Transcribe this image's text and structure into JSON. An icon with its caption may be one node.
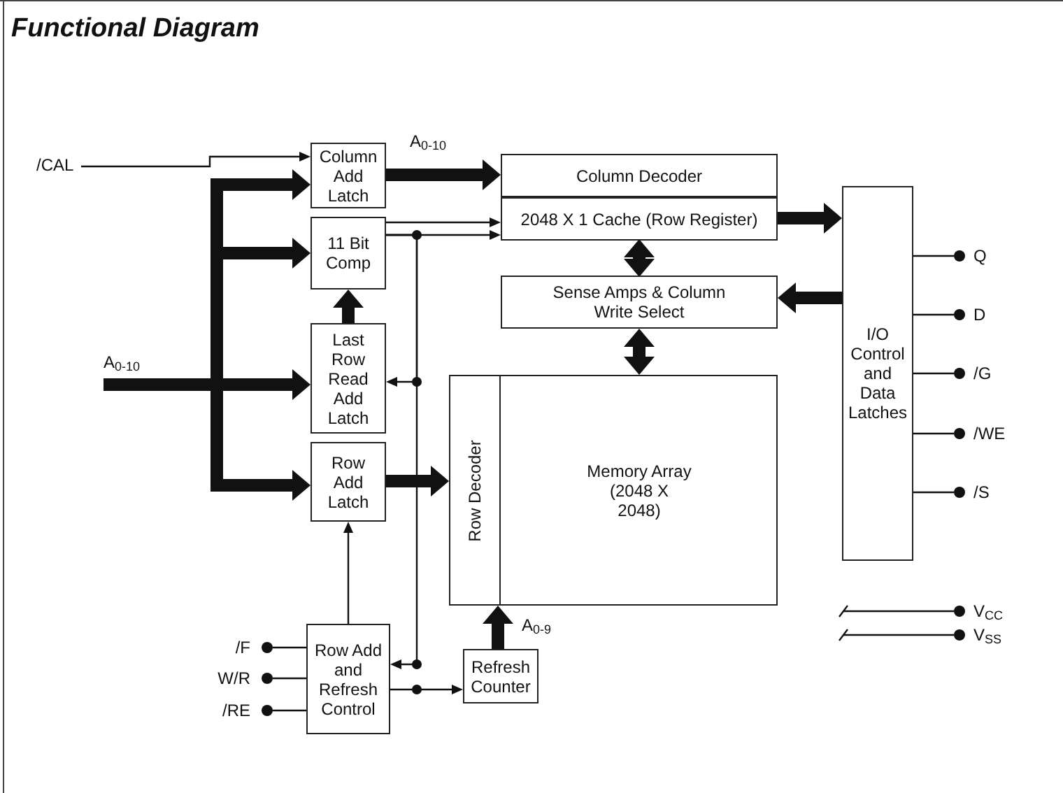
{
  "diagram": {
    "title": "Functional Diagram",
    "nodes": [
      {
        "text": [
          "/CAL"
        ]
      },
      {
        "text": [
          "Column Add Latch"
        ]
      },
      {
        "text": [
          "11 Bit Comp"
        ]
      },
      {
        "text": [
          "Last Row Read Add Latch"
        ]
      },
      {
        "text": [
          "Row Add Latch"
        ]
      },
      {
        "text": [
          "A$_{0-10}$"
        ]
      },
      {
        "text": [
          "Column Decoder"
        ]
      },
      {
        "text": [
          "2048 X 1 Cache (Row Register)"
        ]
      },
      {
        "text": [
          "Sense Amps & Column Write Select"
        ]
      },
      {
        "text": [
          "Memory Array (2048 X 2048)"
        ]
      },
      {
        "text": [
          "Row Decoder"
        ],
        "in": 9
      },
      {
        "text": [
          "I/O Control and Data Latches"
        ]
      },
      {
        "text": [
          "Q"
        ]
      },
      {
        "text": [
          "D"
        ]
      },
      {
        "text": [
          "/G"
        ]
      },
      {
        "text": [
          "/WE"
        ]
      },
      {
        "text": [
          "/S"
        ]
      },
      {
        "text": [
          "/F"
        ]
      },
      {
        "text": [
          "W/R"
        ]
      },
      {
        "text": [
          "/RE"
        ]
      },
      {
        "text": [
          "Row Add and Refresh Control"
        ]
      },
      {
        "text": [
          "Refresh Counter"
        ]
      },
      {
        "text": [
          "V$_{CC}$"
        ]
      },
      {
        "text": [
          "V$_{SS}$"
        ]
      }
    ],
    "edges": [
      {
        "from": 0,
        "to": 1,
        "arrow": "to"
      },
      {
        "from": 5,
        "to": 1,
        "arrow": "to",
        "style": "thick"
      },
      {
        "from": 5,
        "to": 2,
        "arrow": "to",
        "style": "thick"
      },
      {
        "from": 5,
        "to": 3,
        "arrow": "to",
        "style": "thick"
      },
      {
        "from": 5,
        "to": 4,
        "arrow": "to",
        "style": "thick"
      },
      {
        "from": 1,
        "to": 6,
        "arrow": "to",
        "style": "thick",
        "label": "A$_{0-10}$"
      },
      {
        "from": 2,
        "to": 7,
        "arrow": "to"
      },
      {
        "from": 2,
        "to": 7,
        "arrow": "to"
      },
      {
        "from": 2,
        "to": 3,
        "arrow": "to"
      },
      {
        "from": 2,
        "to": 20,
        "arrow": "to"
      },
      {
        "from": 3,
        "to": 2,
        "arrow": "to",
        "style": "thick"
      },
      {
        "from": 4,
        "to": 10,
        "arrow": "to",
        "style": "thick"
      },
      {
        "from": 20,
        "to": 4,
        "arrow": "to"
      },
      {
        "from": 20,
        "to": 21,
        "arrow": "to"
      },
      {
        "from": 21,
        "to": 10,
        "arrow": "to",
        "style": "thick",
        "label": "A$_{0-9}$"
      },
      {
        "from": 7,
        "to": 11,
        "arrow": "to",
        "style": "thick"
      },
      {
        "from": 11,
        "to": 8,
        "arrow": "to",
        "style": "thick"
      },
      {
        "from": 7,
        "to": 8,
        "arrow": "both",
        "style": "thick"
      },
      {
        "from": 8,
        "to": 9,
        "arrow": "both",
        "style": "thick"
      },
      {
        "from": 11,
        "to": 12,
        "arrow": "none"
      },
      {
        "from": 11,
        "to": 13,
        "arrow": "none"
      },
      {
        "from": 11,
        "to": 14,
        "arrow": "none"
      },
      {
        "from": 11,
        "to": 15,
        "arrow": "none"
      },
      {
        "from": 11,
        "to": 16,
        "arrow": "none"
      },
      {
        "from": 17,
        "to": 20,
        "arrow": "none"
      },
      {
        "from": 18,
        "to": 20,
        "arrow": "none"
      },
      {
        "from": 19,
        "to": 20,
        "arrow": "none"
      },
      {
        "from": null,
        "to": 22,
        "arrow": "other"
      },
      {
        "from": null,
        "to": 23,
        "arrow": "other"
      }
    ]
  }
}
